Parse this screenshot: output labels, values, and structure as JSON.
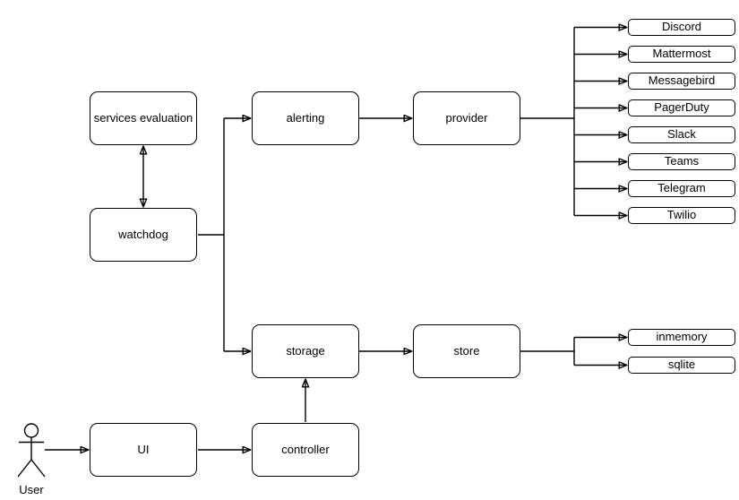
{
  "diagram": {
    "kind": "architecture-flowchart",
    "background_color": "#ffffff",
    "stroke_color": "#000000",
    "text_color": "#000000"
  },
  "nodes": {
    "services_evaluation": "services evaluation",
    "watchdog": "watchdog",
    "alerting": "alerting",
    "provider": "provider",
    "storage": "storage",
    "store": "store",
    "ui": "UI",
    "controller": "controller"
  },
  "actor": {
    "label": "User"
  },
  "provider_children": [
    "Discord",
    "Mattermost",
    "Messagebird",
    "PagerDuty",
    "Slack",
    "Teams",
    "Telegram",
    "Twilio"
  ],
  "store_children": [
    "inmemory",
    "sqlite"
  ],
  "edges": [
    "watchdog <-> services evaluation",
    "watchdog -> alerting",
    "watchdog -> storage",
    "alerting -> provider",
    "provider -> Discord",
    "provider -> Mattermost",
    "provider -> Messagebird",
    "provider -> PagerDuty",
    "provider -> Slack",
    "provider -> Teams",
    "provider -> Telegram",
    "provider -> Twilio",
    "storage -> store",
    "store -> inmemory",
    "store -> sqlite",
    "controller -> storage",
    "User -> UI",
    "UI -> controller"
  ]
}
